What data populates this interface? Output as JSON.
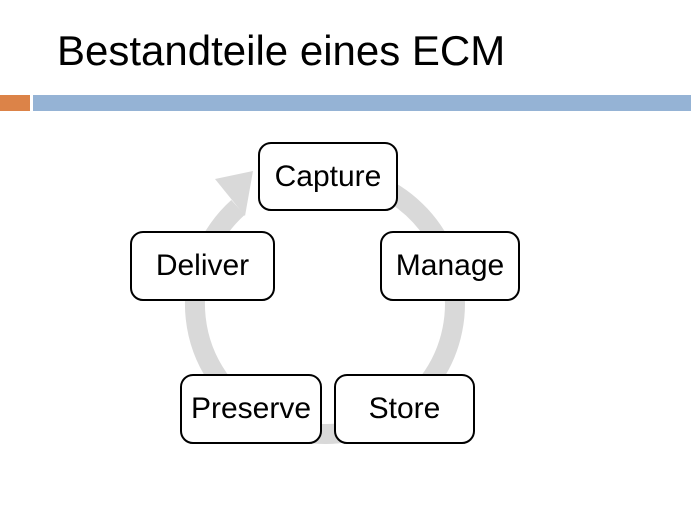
{
  "slide": {
    "title": "Bestandteile eines ECM",
    "title_color": "#000000",
    "accent_bar": {
      "orange_color": "#DC8348",
      "blue_color": "#95B3D5"
    },
    "diagram": {
      "type": "cycle",
      "direction": "clockwise",
      "ring_color": "#D9D9D9",
      "node_fill_color": "#FFFFFF",
      "node_border_color": "#000000",
      "steps": [
        {
          "label": "Capture"
        },
        {
          "label": "Manage"
        },
        {
          "label": "Store"
        },
        {
          "label": "Preserve"
        },
        {
          "label": "Deliver"
        }
      ]
    }
  }
}
